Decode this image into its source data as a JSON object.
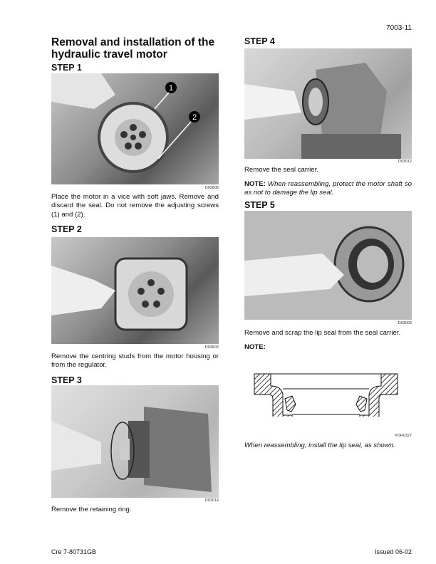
{
  "header": {
    "page_number": "7003-11"
  },
  "title": "Removal and installation of the hydraulic travel motor",
  "steps": [
    {
      "label": "STEP 1",
      "image_code": "D03608",
      "callouts": [
        "1",
        "2"
      ],
      "text": "Place the motor in a vice with soft jaws. Remove and discard the seal. Do not remove the adjusting screws (1) and (2)."
    },
    {
      "label": "STEP 2",
      "image_code": "D03602",
      "text": "Remove the centring studs from the motor housing or from the regulator."
    },
    {
      "label": "STEP 3",
      "image_code": "D03014",
      "text": "Remove the retaining ring."
    },
    {
      "label": "STEP 4",
      "image_code": "D03012",
      "text": "Remove the seal carrier.",
      "note_label": "NOTE:",
      "note_text": " When reassembling, protect the motor shaft so as not to damage the lip seal."
    },
    {
      "label": "STEP 5",
      "image_code": "D03009",
      "text": "Remove and scrap the lip seal from the seal carrier.",
      "note_label": "NOTE:"
    }
  ],
  "diagram": {
    "code": "PDH0327",
    "caption": "When reassembling, install the lip seal, as shown."
  },
  "footer": {
    "left": "Cre 7-80731GB",
    "right": "Issued 06-02"
  }
}
